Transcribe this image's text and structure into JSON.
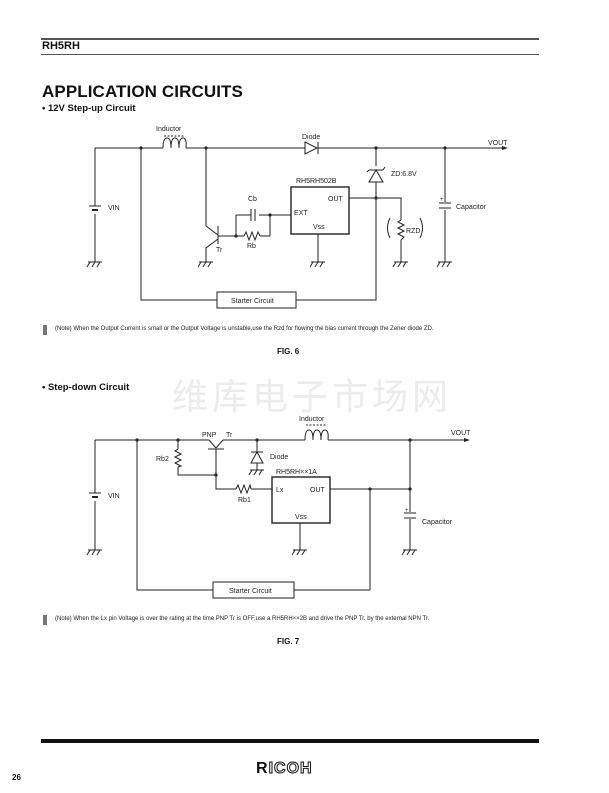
{
  "header": {
    "part_number": "RH5RH"
  },
  "section_title": "APPLICATION CIRCUITS",
  "fig6": {
    "subtitle": "• 12V Step-up Circuit",
    "labels": {
      "inductor": "Inductor",
      "diode": "Diode",
      "vout": "VOUT",
      "zener": "ZD:6.8V",
      "ic_name": "RH5RH502B",
      "pin_out": "OUT",
      "pin_ext": "EXT",
      "pin_vss": "Vss",
      "cb": "Cb",
      "rb": "Rb",
      "tr": "Tr",
      "vin": "VIN",
      "capacitor": "Capacitor",
      "rzd": "RZD",
      "starter": "Starter Circuit"
    },
    "note": "(Note)   When the Output Current is small or the Output Voltage is unstable,use the Rzd for flowing the bias current through the Zener diode ZD.",
    "caption": "FIG.  6"
  },
  "watermark": "维库电子市场网",
  "fig7": {
    "subtitle": "• Step-down Circuit",
    "labels": {
      "inductor": "Inductor",
      "pnp": "PNP",
      "tr": "Tr",
      "vout": "VOUT",
      "rb2": "Rb2",
      "diode": "Diode",
      "ic_name": "RH5RH××1A",
      "pin_lx": "Lx",
      "pin_out": "OUT",
      "pin_vss": "Vss",
      "rb1": "Rb1",
      "vin": "VIN",
      "capacitor": "Capacitor",
      "starter": "Starter Circuit"
    },
    "note": "(Note)   When the Lx pin Voltage is over the rating at the time PNP Tr is OFF,use a RH5RH××2B and drive the PNP Tr. by the external NPN Tr.",
    "caption": "FIG.  7"
  },
  "footer": {
    "page_number": "26",
    "logo_first": "R",
    "logo_rest": "ICOH"
  }
}
